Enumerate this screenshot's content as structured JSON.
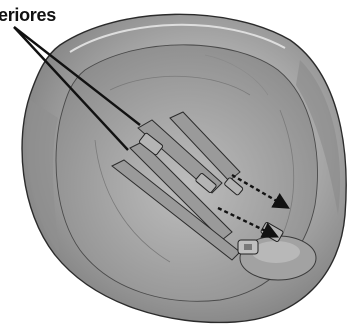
{
  "figure": {
    "callout_label": "eriores",
    "colors": {
      "seat_light": "#c9c9c9",
      "seat_mid": "#9d9d9d",
      "seat_dark": "#6e6e6e",
      "outline": "#2b2b2b",
      "arrow": "#111111"
    },
    "parts": [
      "seat-shell",
      "shoulder-straps",
      "crotch-buckle",
      "harness-adjusters",
      "pull-direction-arrows"
    ]
  }
}
